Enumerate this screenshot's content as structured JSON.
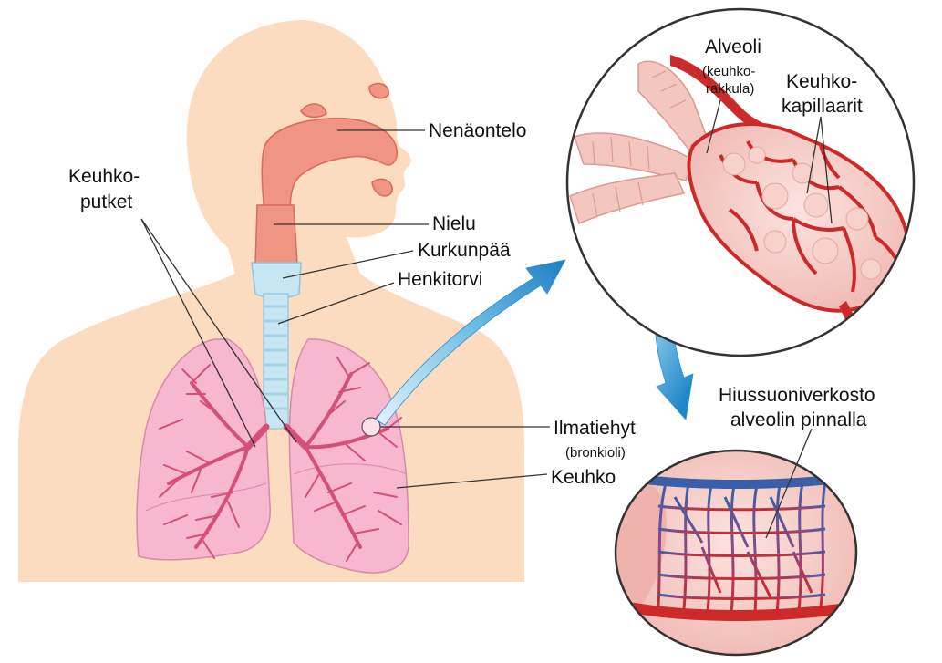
{
  "labels": {
    "nasal_cavity": "Nenäontelo",
    "pharynx": "Nielu",
    "larynx": "Kurkunpää",
    "trachea": "Henkitorvi",
    "bronchi_line1": "Keuhko-",
    "bronchi_line2": "putket",
    "bronchiole": "Ilmatiehyt",
    "bronchiole_sub": "(bronkioli)",
    "lung": "Keuhko",
    "alveoli": "Alveoli",
    "alveoli_sub1": "(keuhko-",
    "alveoli_sub2": "rakkula)",
    "capillaries_line1": "Keuhko-",
    "capillaries_line2": "kapillaarit",
    "capillary_net_line1": "Hiussuoniverkosto",
    "capillary_net_line2": "alveolin pinnalla"
  },
  "colors": {
    "skin": "#fbdcc0",
    "airway": "#f09484",
    "trachea": "#c6e6f3",
    "lung": "#f6b7cf",
    "bronchi": "#d4507a",
    "capillary_red": "#cc2a2a",
    "capillary_blue": "#3a5fa8",
    "arrow_blue": "#2b8fcf"
  }
}
